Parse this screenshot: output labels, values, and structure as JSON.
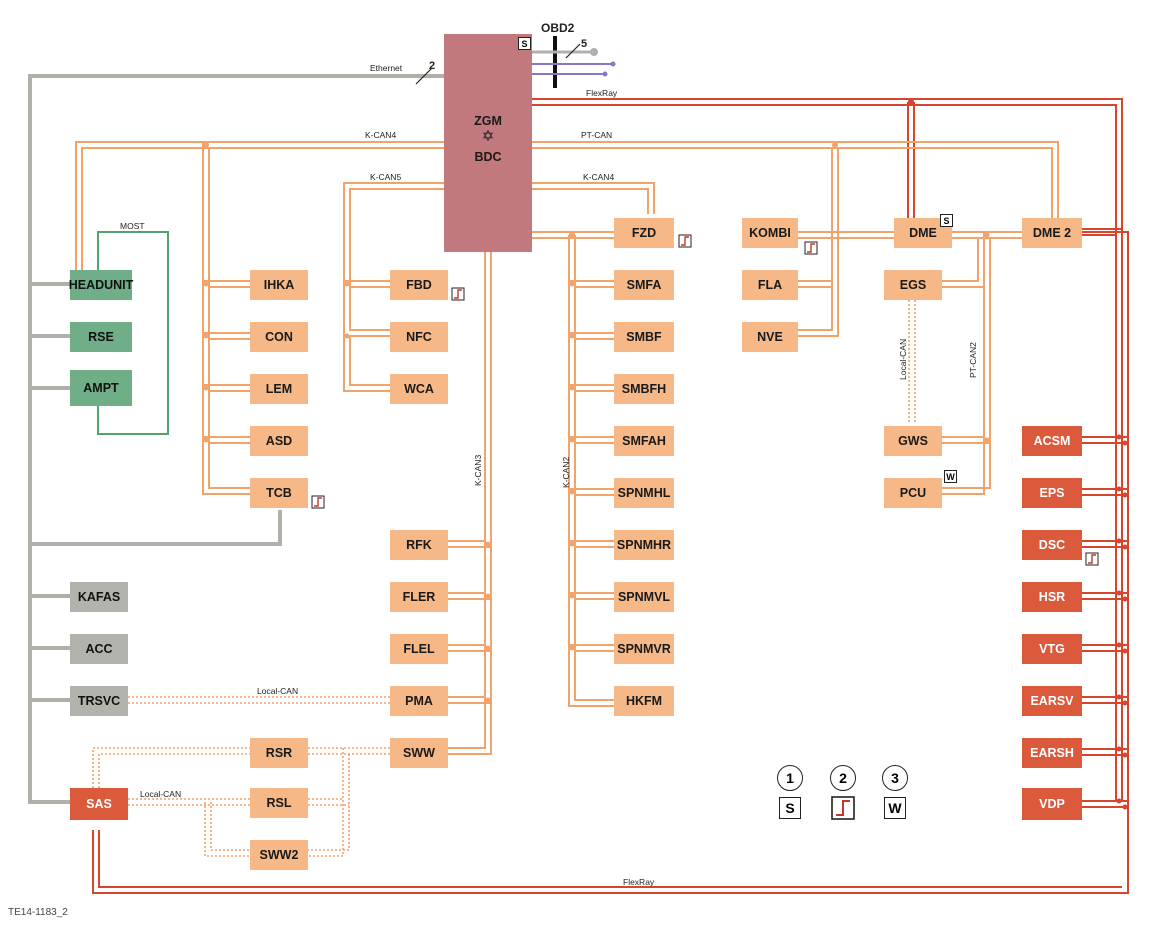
{
  "central": {
    "name": "ZGM",
    "sub": "BDC",
    "badge": "S"
  },
  "obd": {
    "label": "OBD2",
    "count": "5"
  },
  "bus_labels": {
    "ethernet": "Ethernet",
    "ethernet_count": "2",
    "flexray_top": "FlexRay",
    "flexray_bottom": "FlexRay",
    "kcan4_left": "K-CAN4",
    "ptcan": "PT-CAN",
    "kcan5": "K-CAN5",
    "kcan4_right": "K-CAN4",
    "most": "MOST",
    "kcan3": "K-CAN3",
    "kcan2": "K-CAN2",
    "local_can_gws": "Local-CAN",
    "ptcan2": "PT-CAN2",
    "local_can_pma": "Local-CAN",
    "local_can_sas": "Local-CAN"
  },
  "modules": {
    "headunit": "HEADUNIT",
    "rse": "RSE",
    "ampt": "AMPT",
    "ihka": "IHKA",
    "con": "CON",
    "lem": "LEM",
    "asd": "ASD",
    "tcb": "TCB",
    "fbd": "FBD",
    "nfc": "NFC",
    "wca": "WCA",
    "fzd": "FZD",
    "smfa": "SMFA",
    "smbf": "SMBF",
    "smbfh": "SMBFH",
    "smfah": "SMFAH",
    "spnmhl": "SPNMHL",
    "spnmhr": "SPNMHR",
    "spnmvl": "SPNMVL",
    "spnmvr": "SPNMVR",
    "hkfm": "HKFM",
    "kombi": "KOMBI",
    "fla": "FLA",
    "nve": "NVE",
    "dme": "DME",
    "dme2": "DME 2",
    "egs": "EGS",
    "gws": "GWS",
    "pcu": "PCU",
    "rfk": "RFK",
    "fler": "FLER",
    "flel": "FLEL",
    "pma": "PMA",
    "sww": "SWW",
    "kafas": "KAFAS",
    "acc": "ACC",
    "trsvc": "TRSVC",
    "rsr": "RSR",
    "rsl": "RSL",
    "sww2": "SWW2",
    "sas": "SAS",
    "acsm": "ACSM",
    "eps": "EPS",
    "dsc": "DSC",
    "hsr": "HSR",
    "vtg": "VTG",
    "earsv": "EARSV",
    "earsh": "EARSH",
    "vdp": "VDP"
  },
  "badges": {
    "dme": "S",
    "pcu": "W"
  },
  "legend": [
    {
      "num": "1",
      "symbol": "S"
    },
    {
      "num": "2",
      "symbol": ""
    },
    {
      "num": "3",
      "symbol": "W"
    }
  ],
  "figure_id": "TE14-1183_2",
  "colors": {
    "kcan": "#f3a26a",
    "flexray": "#d9442d",
    "ethernet": "#b0b0aa",
    "most": "#4fa56a",
    "zgm": "#c1797d"
  }
}
